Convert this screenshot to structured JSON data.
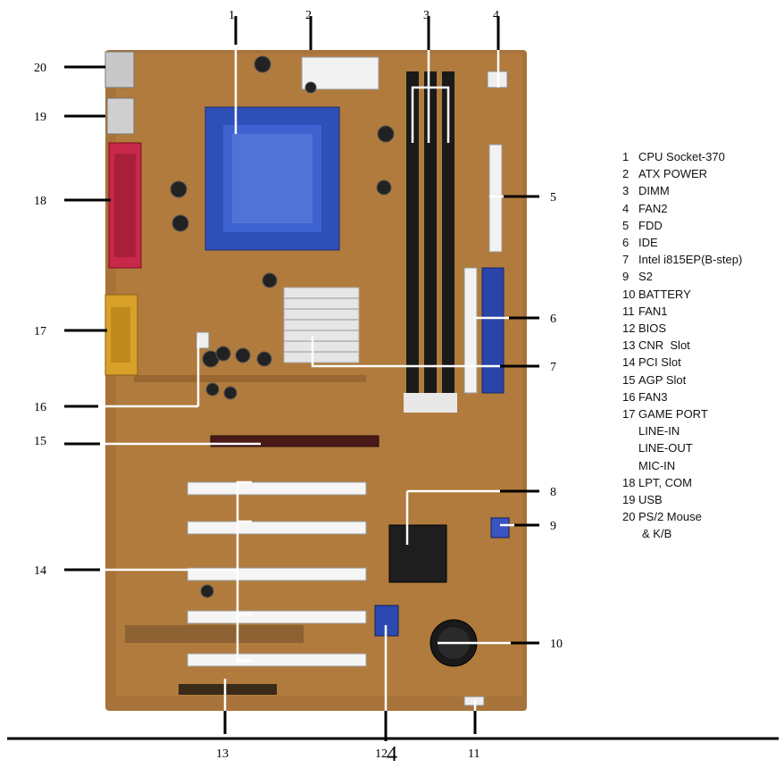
{
  "callouts": {
    "c1": "1",
    "c2": "2",
    "c3": "3",
    "c4": "4",
    "c5": "5",
    "c6": "6",
    "c7": "7",
    "c8": "8",
    "c9": "9",
    "c10": "10",
    "c11": "11",
    "c12": "12",
    "c13": "13",
    "c14": "14",
    "c15": "15",
    "c16": "16",
    "c17": "17",
    "c18": "18",
    "c19": "19",
    "c20": "20"
  },
  "legend": {
    "items": [
      {
        "num": "1",
        "label": "CPU Socket-370"
      },
      {
        "num": "2",
        "label": "ATX POWER"
      },
      {
        "num": "3",
        "label": "DIMM"
      },
      {
        "num": "4",
        "label": "FAN2"
      },
      {
        "num": "5",
        "label": "FDD"
      },
      {
        "num": "6",
        "label": "IDE"
      },
      {
        "num": "7",
        "label": "Intel i815EP(B-step)"
      },
      {
        "num": "9",
        "label": "S2"
      },
      {
        "num": "10",
        "label": "BATTERY"
      },
      {
        "num": "11",
        "label": "FAN1"
      },
      {
        "num": "12",
        "label": "BIOS"
      },
      {
        "num": "13",
        "label": "CNR  Slot"
      },
      {
        "num": "14",
        "label": "PCI Slot"
      },
      {
        "num": "15",
        "label": "AGP Slot"
      },
      {
        "num": "16",
        "label": "FAN3"
      },
      {
        "num": "17",
        "label": "GAME PORT"
      }
    ],
    "game_port_subitems": [
      "LINE-IN",
      "LINE-OUT",
      "MIC-IN"
    ],
    "items_after": [
      {
        "num": "18",
        "label": "LPT, COM"
      },
      {
        "num": "19",
        "label": "USB"
      },
      {
        "num": "20",
        "label": "PS/2 Mouse"
      }
    ],
    "ps2_continuation": "& K/B"
  },
  "page": {
    "number": "4"
  },
  "colors": {
    "board": "#b07a3a",
    "cpu_socket": "#2f4fb8",
    "parallel_port": "#c8284a",
    "game_port": "#d9a12a",
    "ide_blue": "#2a44a8",
    "connector_white": "#f2f2f2"
  }
}
